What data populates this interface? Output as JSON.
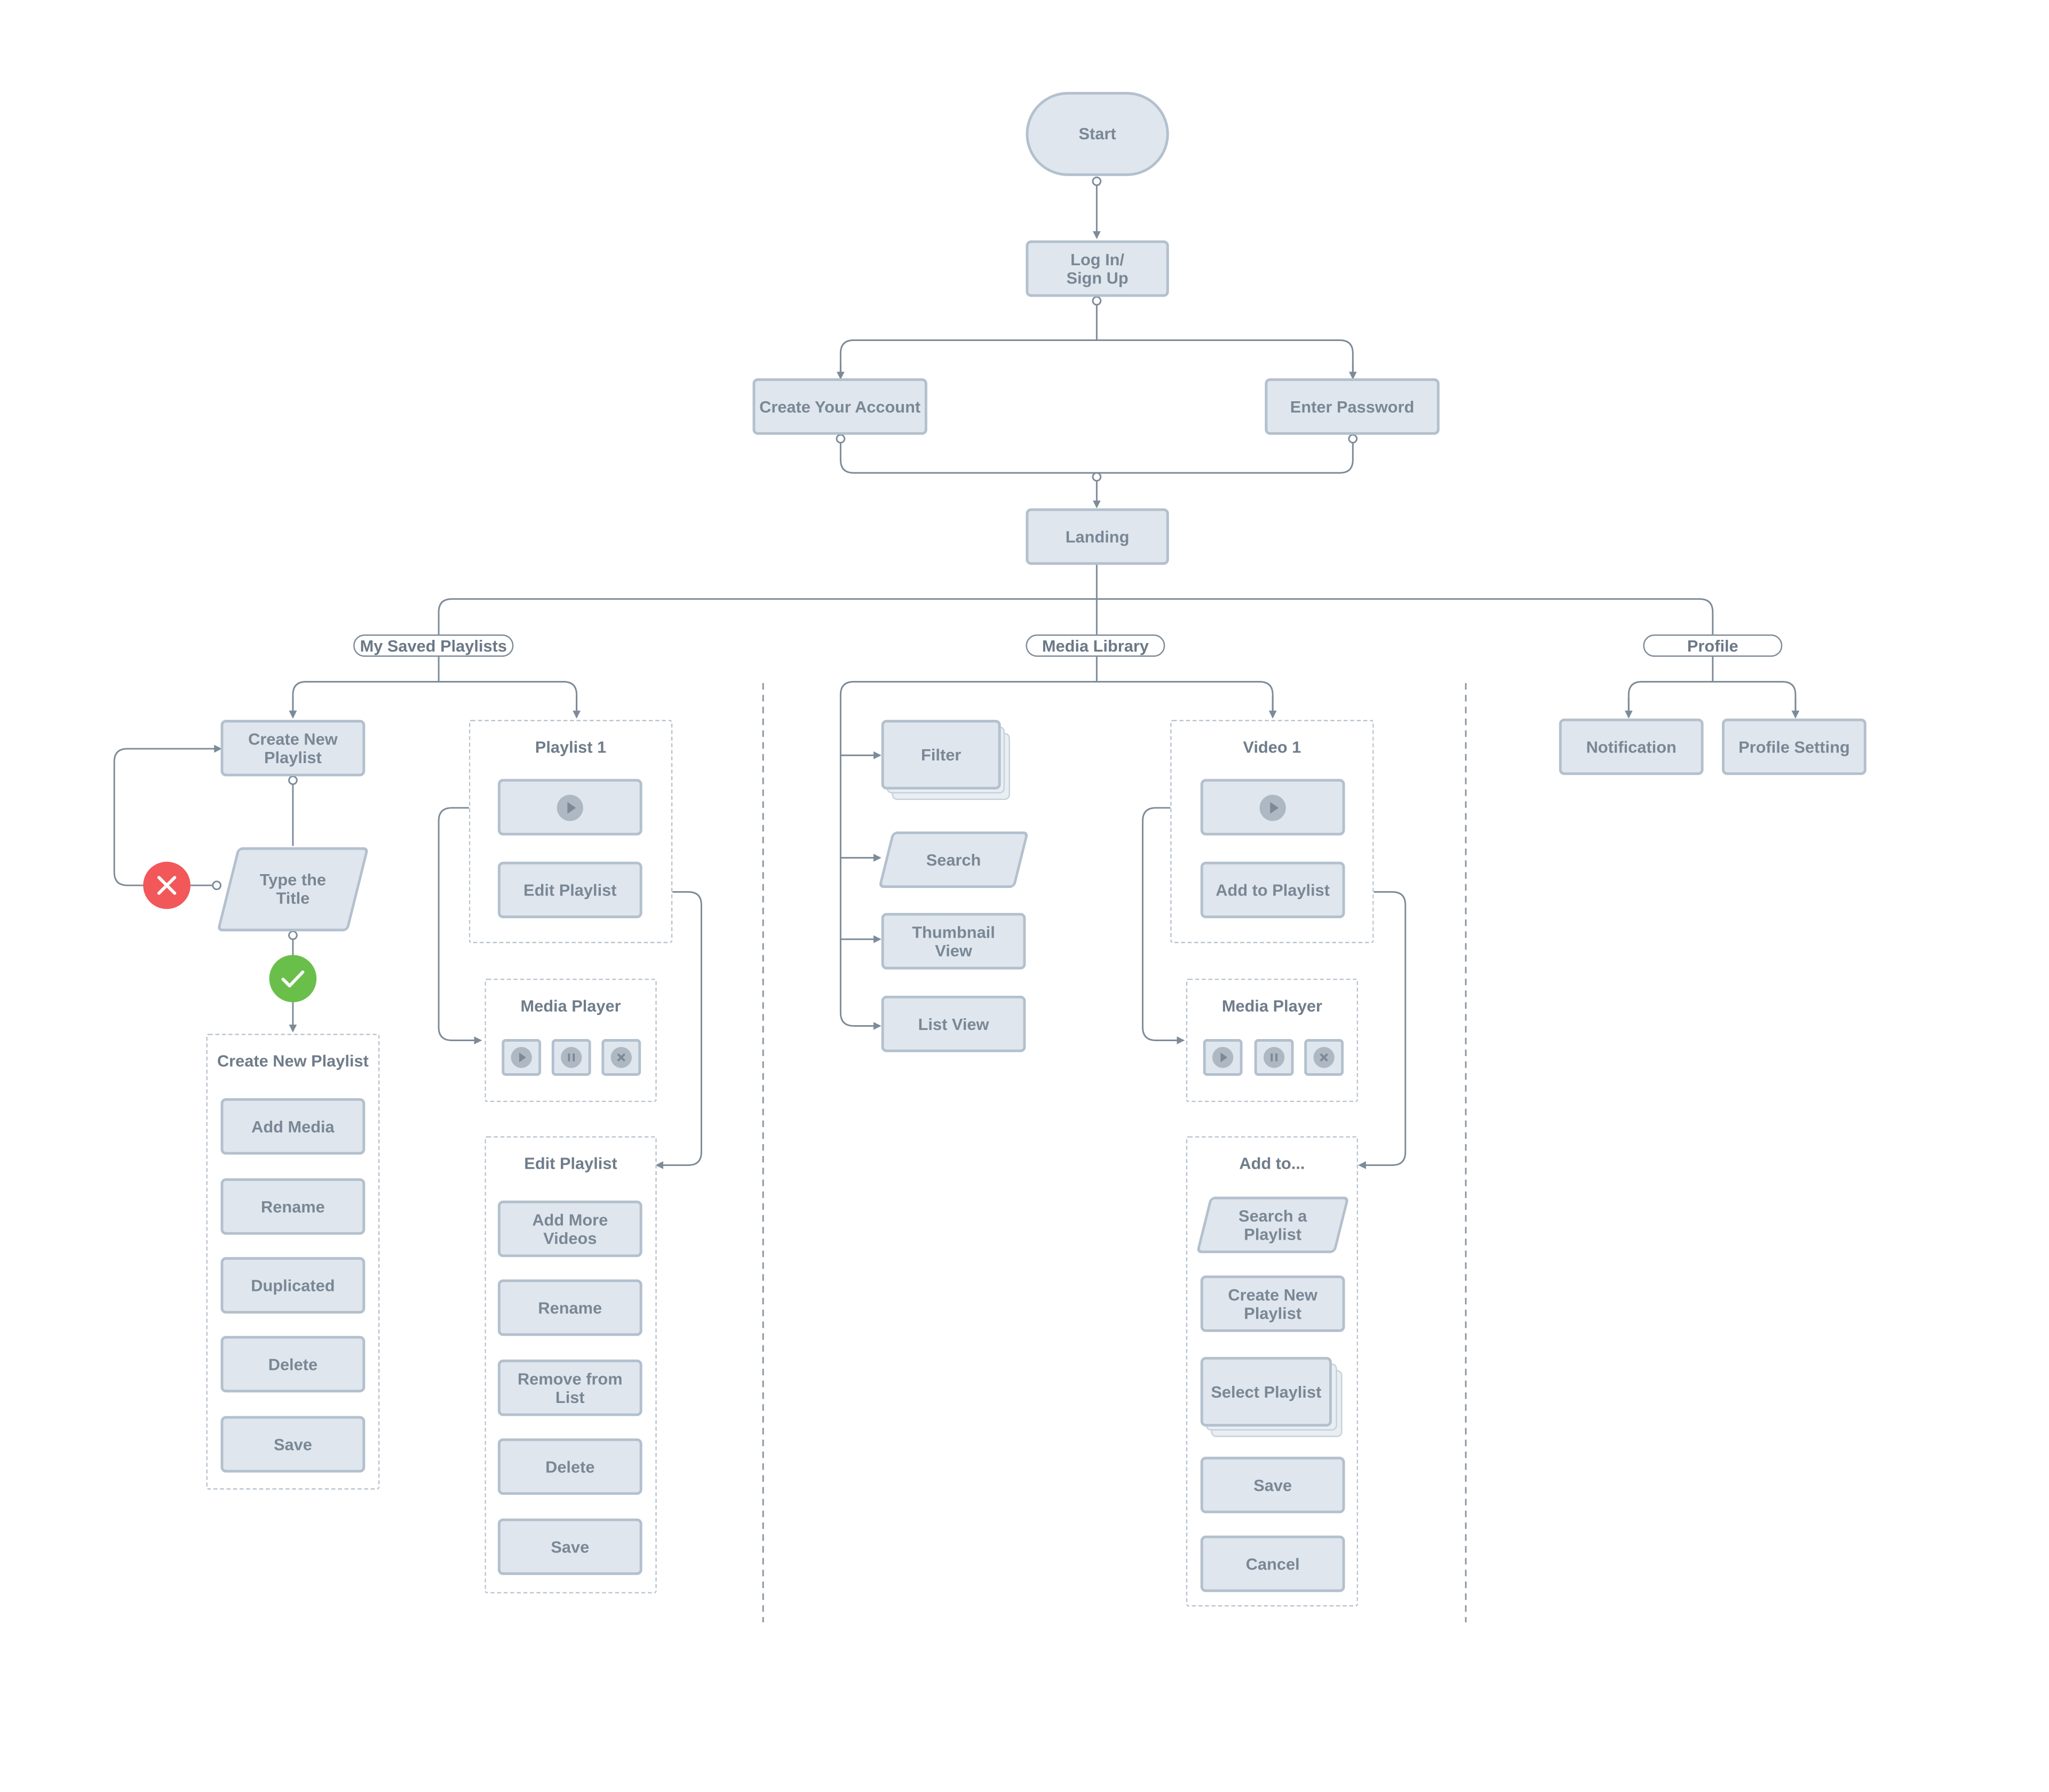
{
  "colors": {
    "node_fill": "#dfe6ee",
    "node_border": "#b3c0cd",
    "text": "#7a8795",
    "connector": "#7d8b99",
    "divider": "#8a96a3",
    "error": "#f2575a",
    "success": "#6abf4b"
  },
  "flow": {
    "start": "Start",
    "login": "Log In/\nSign Up",
    "create_account": "Create Your Account",
    "enter_password": "Enter Password",
    "landing": "Landing"
  },
  "sections": {
    "playlists": "My Saved Playlists",
    "library": "Media Library",
    "profile": "Profile"
  },
  "playlists": {
    "create_new": "Create New\nPlaylist",
    "type_title": "Type the\nTitle",
    "reject_icon": "close-icon",
    "accept_icon": "check-icon",
    "create_panel": {
      "title": "Create New Playlist",
      "items": [
        "Add Media",
        "Rename",
        "Duplicated",
        "Delete",
        "Save"
      ]
    },
    "playlist1": {
      "title": "Playlist 1",
      "play_icon": "play-icon",
      "edit": "Edit Playlist"
    },
    "media_player": {
      "title": "Media Player",
      "controls": [
        "play-icon",
        "pause-icon",
        "close-icon"
      ]
    },
    "edit_panel": {
      "title": "Edit Playlist",
      "items": [
        "Add More\nVideos",
        "Rename",
        "Remove from\nList",
        "Delete",
        "Save"
      ]
    }
  },
  "library": {
    "filter": "Filter",
    "search": "Search",
    "thumbnail": "Thumbnail\nView",
    "list_view": "List View",
    "video1": {
      "title": "Video 1",
      "play_icon": "play-icon",
      "add": "Add to Playlist"
    },
    "media_player": {
      "title": "Media Player",
      "controls": [
        "play-icon",
        "pause-icon",
        "close-icon"
      ]
    },
    "add_panel": {
      "title": "Add to...",
      "search": "Search a\nPlaylist",
      "create": "Create New\nPlaylist",
      "select": "Select Playlist",
      "save": "Save",
      "cancel": "Cancel"
    }
  },
  "profile": {
    "notification": "Notification",
    "setting": "Profile Setting"
  }
}
